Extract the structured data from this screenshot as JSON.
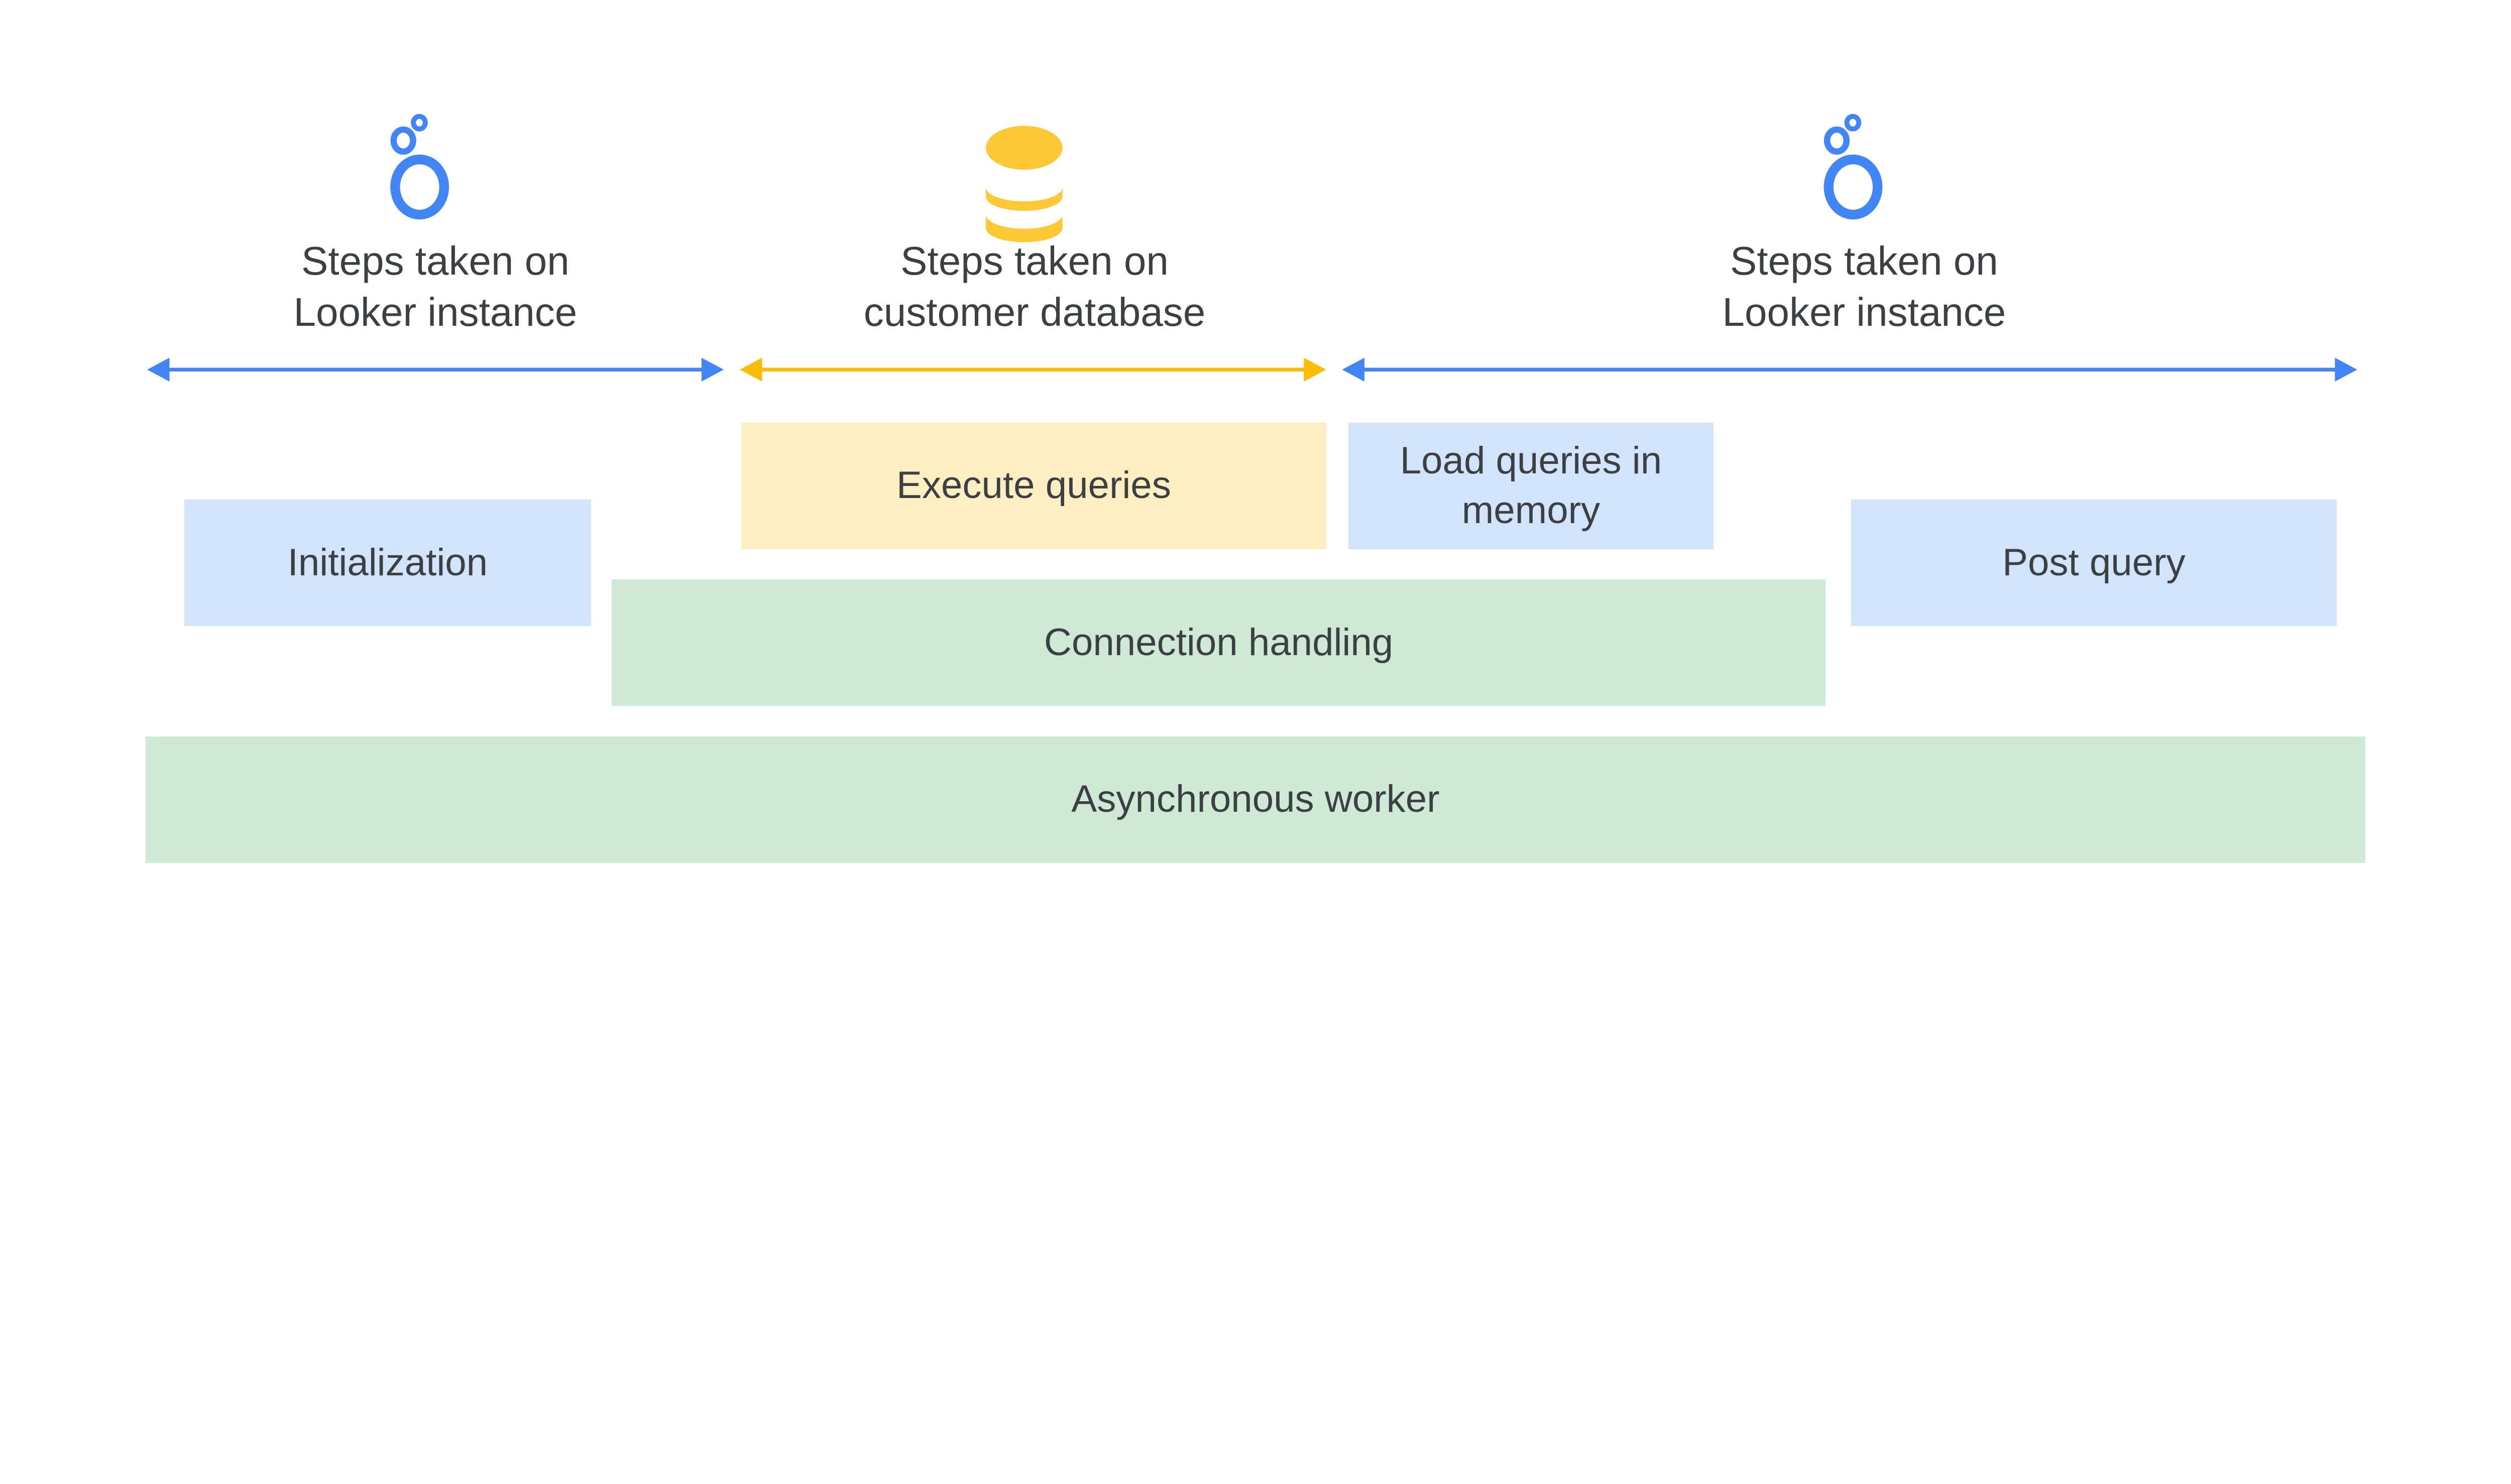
{
  "sections": [
    {
      "icon": "looker-logo-icon",
      "line1": "Steps taken on",
      "line2": "Looker instance"
    },
    {
      "icon": "database-icon",
      "line1": "Steps taken on",
      "line2": "customer database"
    },
    {
      "icon": "looker-logo-icon",
      "line1": "Steps taken on",
      "line2": "Looker instance"
    }
  ],
  "boxes": {
    "initialization": "Initialization",
    "execute_queries": "Execute queries",
    "load_queries": "Load queries in memory",
    "post_query": "Post query",
    "connection_handling": "Connection handling",
    "async_worker": "Asynchronous worker"
  },
  "colors": {
    "looker_blue": "#4285f4",
    "database_yellow": "#fbbc04",
    "blue_box": "#d2e3fc",
    "green_box": "#ceead6",
    "yellow_box": "#feefc3",
    "text": "#3c4043"
  }
}
